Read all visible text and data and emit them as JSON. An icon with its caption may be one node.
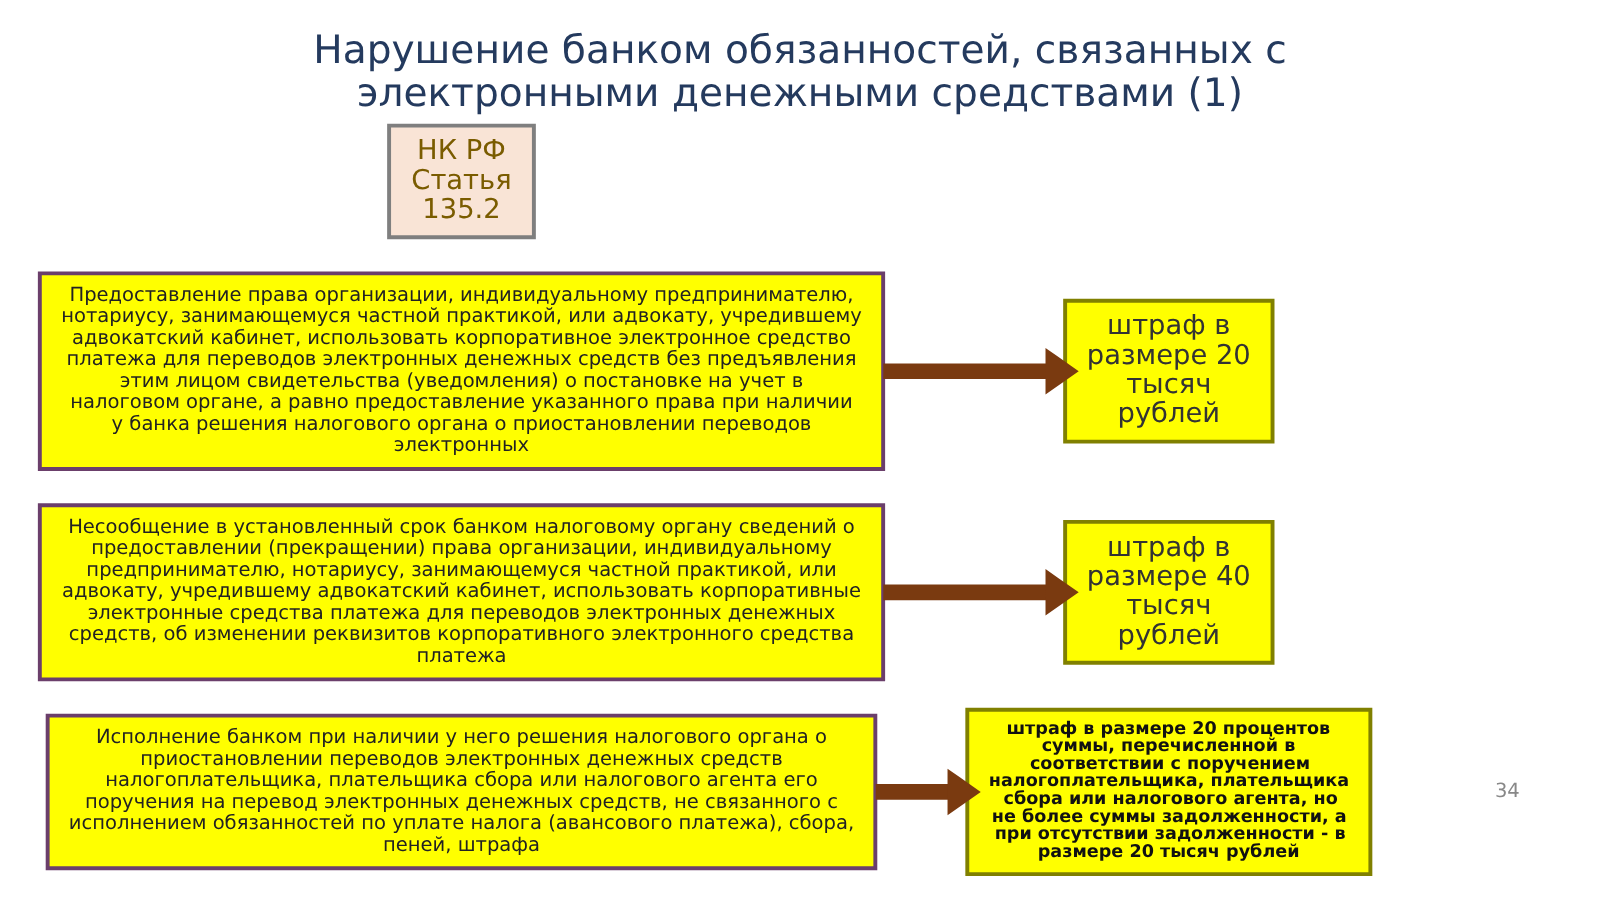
{
  "diagram": {
    "title": "Нарушение банком обязанностей, связанных с электронными денежными средствами (1)",
    "nodes": [
      {
        "text": [
          "НК РФ Статья 135.2"
        ]
      },
      {
        "text": [
          "Предоставление права организации, индивидуальному предпринимателю, нотариусу, занимающемуся частной практикой, или адвокату, учредившему адвокатский кабинет, использовать корпоративное электронное средство платежа для переводов электронных денежных средств без предъявления этим лицом свидетельства (уведомления) о постановке на учет в налоговом органе, а равно предоставление указанного права при наличии у банка решения налогового органа о приостановлении переводов электронных"
        ]
      },
      {
        "text": [
          "Несообщение в установленный срок банком налоговому органу сведений о предоставлении (прекращении) права организации, индивидуальному предпринимателю, нотариусу, занимающемуся частной практикой, или адвокату, учредившему адвокатский кабинет, использовать корпоративные электронные средства платежа для переводов электронных денежных средств, об изменении реквизитов корпоративного электронного средства платежа"
        ]
      },
      {
        "text": [
          "Исполнение банком при наличии у него решения налогового органа о приостановлении переводов электронных денежных средств налогоплательщика, плательщика сбора или налогового агента его поручения на перевод электронных денежных средств, не связанного с исполнением обязанностей по уплате налога (авансового платежа), сбора, пеней, штрафа"
        ]
      },
      {
        "text": [
          "штраф в размере 20 тысяч рублей"
        ]
      },
      {
        "text": [
          "штраф в размере 40 тысяч рублей"
        ]
      },
      {
        "text": [
          "штраф в размере 20 процентов суммы, перечисленной в соответствии с поручением налогоплательщика, плательщика сбора или налогового агента, но не более суммы задолженности, а при отсутствии задолженности - в размере 20 тысяч рублей"
        ]
      }
    ],
    "edges": [
      {
        "from": 1,
        "to": 4,
        "arrow": "to"
      },
      {
        "from": 2,
        "to": 5,
        "arrow": "to"
      },
      {
        "from": 3,
        "to": 6,
        "arrow": "to"
      }
    ],
    "labels": [
      "34"
    ]
  }
}
